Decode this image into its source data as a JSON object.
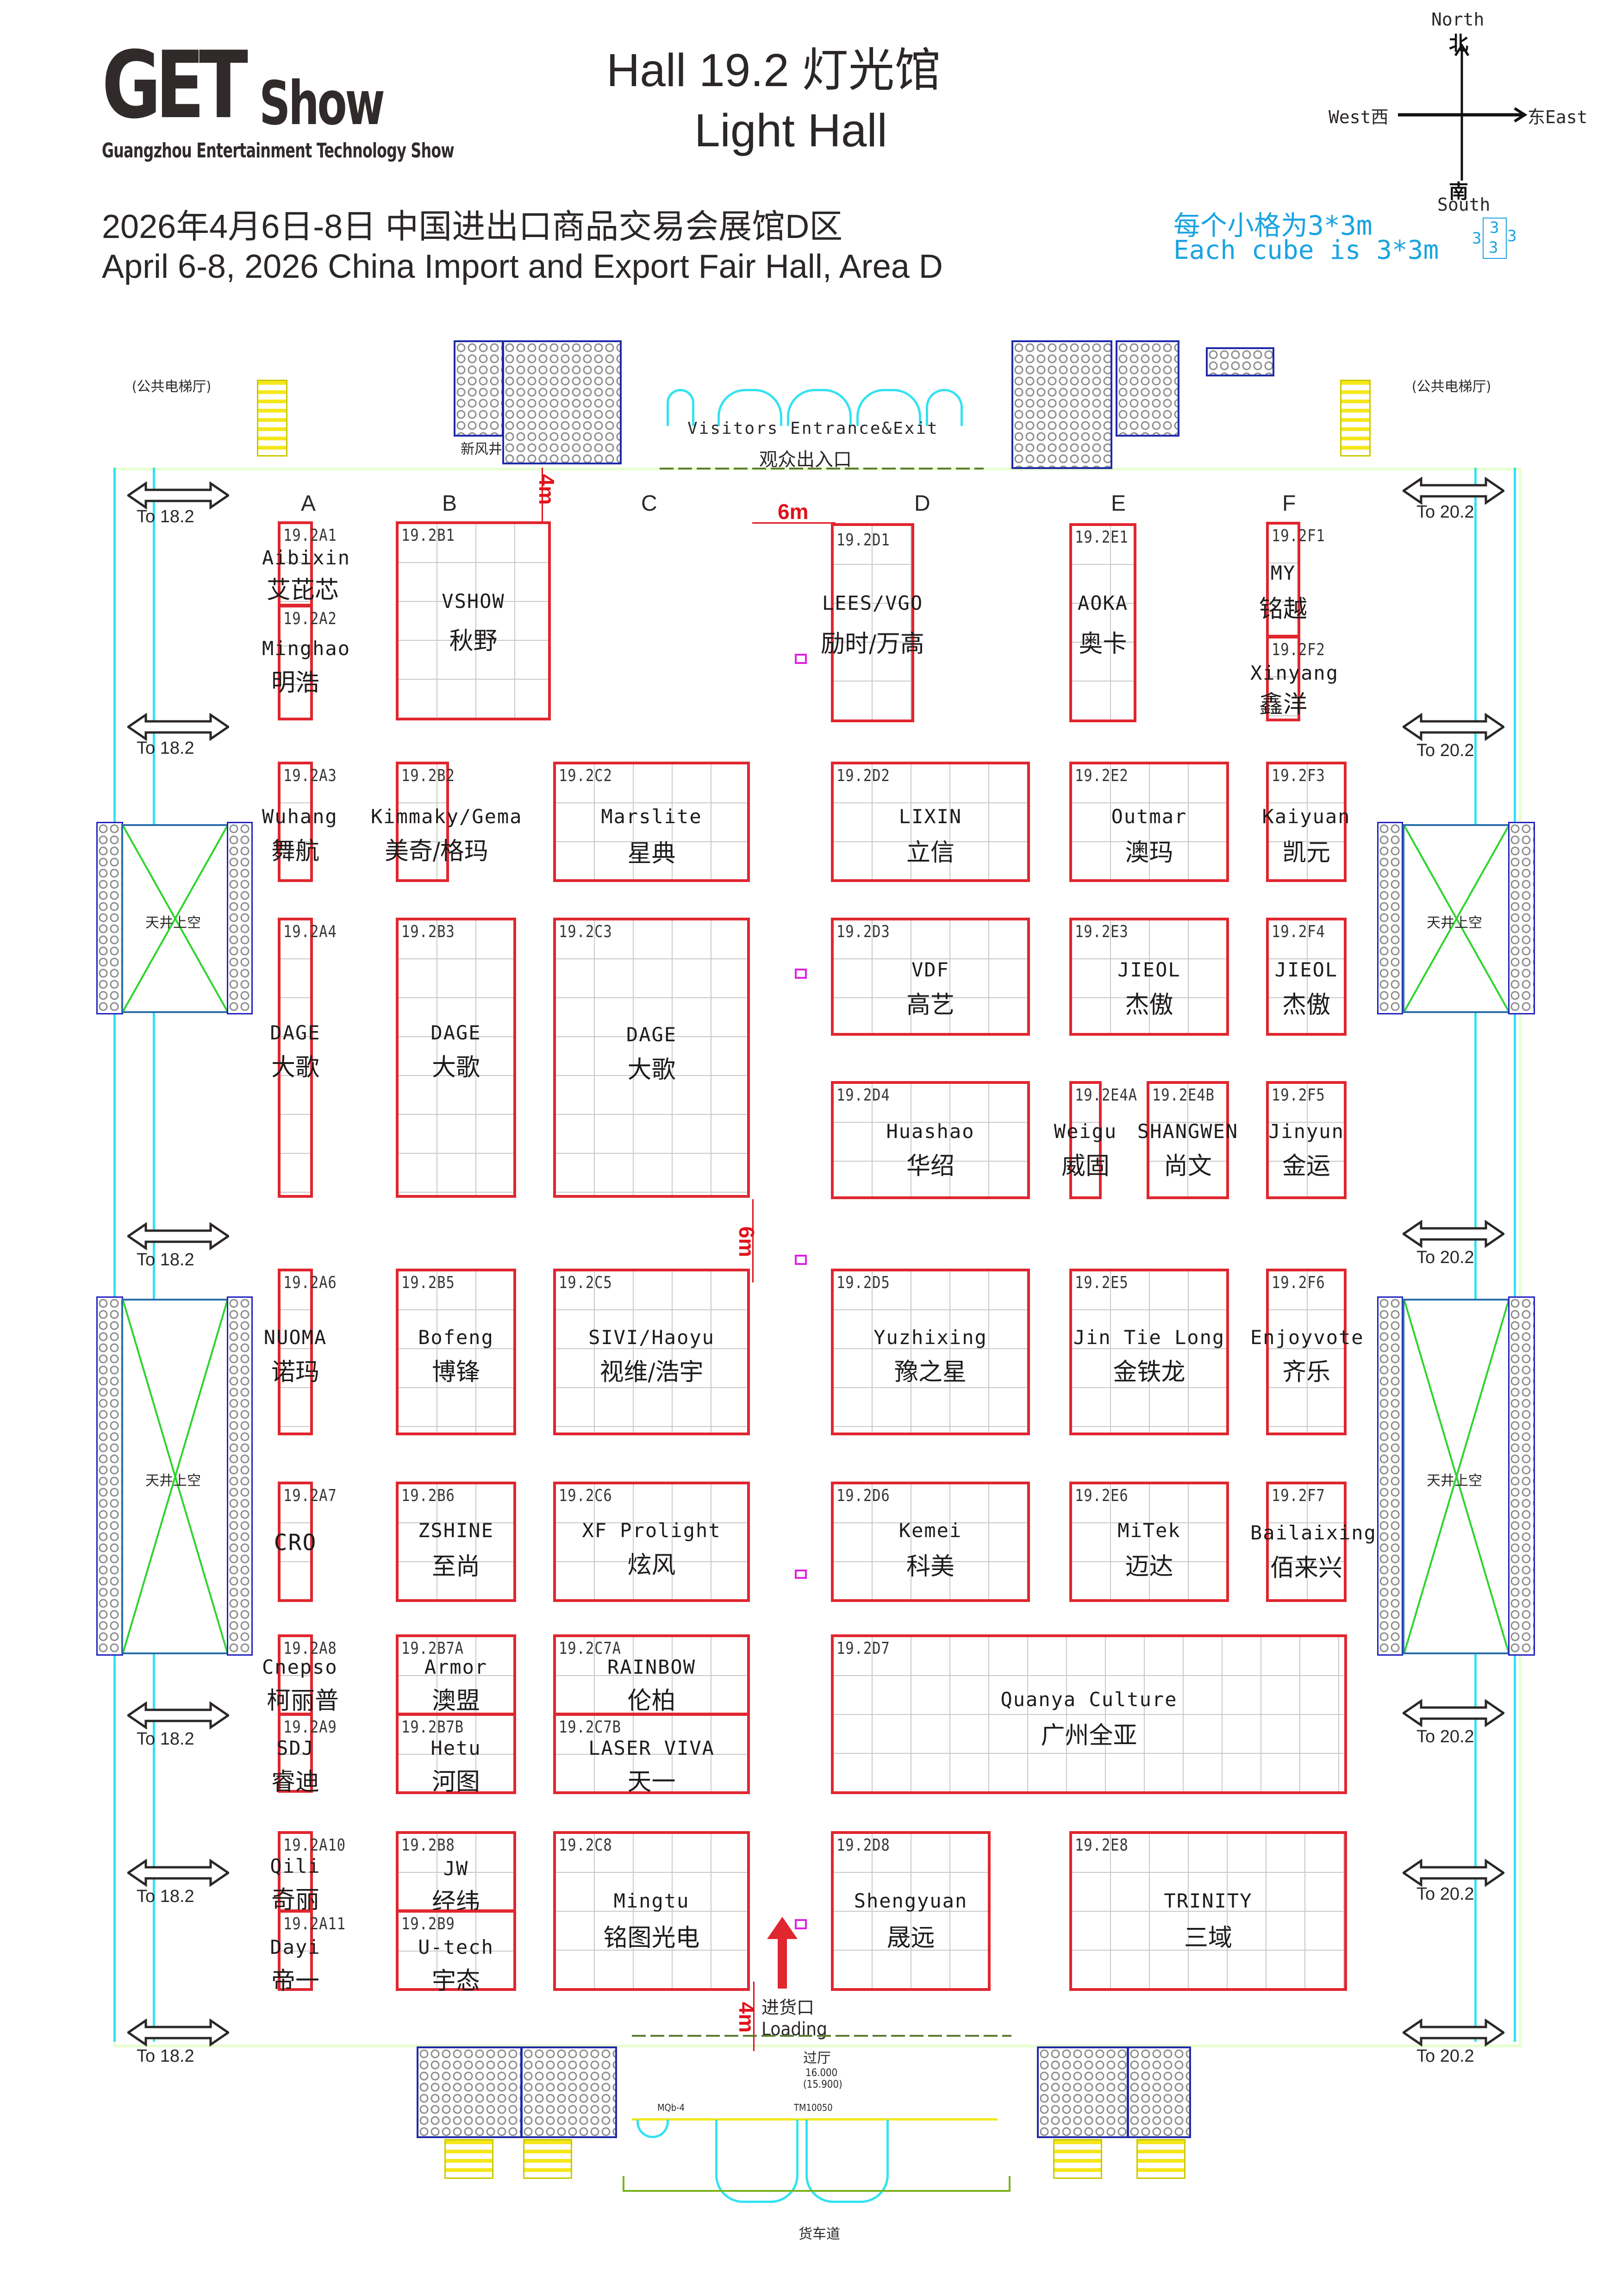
{
  "header": {
    "logo_main": "GET",
    "logo_show": "Show",
    "logo_subtitle": "Guangzhou Entertainment Technology Show",
    "title_line1": "Hall 19.2  灯光馆",
    "title_line2": "Light Hall",
    "date_cn": "2026年4月6日-8日   中国进出口商品交易会展馆D区",
    "date_en": "April 6-8, 2026    China Import and Export Fair Hall, Area D"
  },
  "compass": {
    "north_en": "North",
    "north_cn": "北",
    "south_en": "South",
    "south_cn": "南",
    "west_label": "West西",
    "east_label": "东East"
  },
  "scale_note": {
    "cn": "每个小格为3*3m",
    "en": "Each cube is 3*3m",
    "cube_top": "3",
    "cube_bottom": "3",
    "cube_left": "3",
    "cube_right": "3"
  },
  "plan": {
    "entrance_en": "Visitors Entrance&Exit",
    "entrance_cn": "观众出入口",
    "elevator_hall": "(公共电梯厅)",
    "fresh_air_shaft": "新风井",
    "atrium_label": "天井上空",
    "loading_cn": "进货口",
    "loading_en": "Loading",
    "lobby_cn": "过厅",
    "elevation_1": "16.000",
    "elevation_2": "(15.900)",
    "door_code_1": "MQb-4",
    "door_code_2": "TM10050",
    "truck_lane": "货车道",
    "dims": {
      "top_aisle": "4m",
      "main_aisle": "6m",
      "mid_aisle": "6m",
      "bottom_aisle": "4m"
    },
    "columns": [
      "A",
      "B",
      "C",
      "D",
      "E",
      "F"
    ],
    "links_left": [
      "To 18.2",
      "To 18.2",
      "To 18.2",
      "To 18.2",
      "To 18.2",
      "To 18.2"
    ],
    "links_right": [
      "To 20.2",
      "To 20.2",
      "To 20.2",
      "To 20.2",
      "To 20.2",
      "To 20.2"
    ]
  },
  "booths": [
    {
      "id": "19.2A1",
      "en": "Aibixin",
      "cn": "艾芘芯"
    },
    {
      "id": "19.2A2",
      "en": "Minghao",
      "cn": "明浩"
    },
    {
      "id": "19.2B1",
      "en": "VSHOW",
      "cn": "秋野"
    },
    {
      "id": "19.2D1",
      "en": "LEES/VGO",
      "cn": "励时/万高"
    },
    {
      "id": "19.2E1",
      "en": "AOKA",
      "cn": "奥卡"
    },
    {
      "id": "19.2F1",
      "en": "MY",
      "cn": "铭越"
    },
    {
      "id": "19.2F2",
      "en": "Xinyang",
      "cn": "鑫洋"
    },
    {
      "id": "19.2A3",
      "en": "Wuhang",
      "cn": "舞航"
    },
    {
      "id": "19.2B2",
      "en": "Kimmaky/Gema",
      "cn": "美奇/格玛"
    },
    {
      "id": "19.2C2",
      "en": "Marslite",
      "cn": "星典"
    },
    {
      "id": "19.2D2",
      "en": "LIXIN",
      "cn": "立信"
    },
    {
      "id": "19.2E2",
      "en": "Outmar",
      "cn": "澳玛"
    },
    {
      "id": "19.2F3",
      "en": "Kaiyuan",
      "cn": "凯元"
    },
    {
      "id": "19.2A4",
      "en": "DAGE",
      "cn": "大歌"
    },
    {
      "id": "19.2B3",
      "en": "DAGE",
      "cn": "大歌"
    },
    {
      "id": "19.2C3",
      "en": "DAGE",
      "cn": "大歌"
    },
    {
      "id": "19.2D3",
      "en": "VDF",
      "cn": "高艺"
    },
    {
      "id": "19.2E3",
      "en": "JIEOL",
      "cn": "杰傲"
    },
    {
      "id": "19.2F4",
      "en": "JIEOL",
      "cn": "杰傲"
    },
    {
      "id": "19.2D4",
      "en": "Huashao",
      "cn": "华绍"
    },
    {
      "id": "19.2E4A",
      "en": "Weigu",
      "cn": "威固"
    },
    {
      "id": "19.2E4B",
      "en": "SHANGWEN",
      "cn": "尚文"
    },
    {
      "id": "19.2F5",
      "en": "Jinyun",
      "cn": "金运"
    },
    {
      "id": "19.2A6",
      "en": "NUOMA",
      "cn": "诺玛"
    },
    {
      "id": "19.2B5",
      "en": "Bofeng",
      "cn": "博锋"
    },
    {
      "id": "19.2C5",
      "en": "SIVI/Haoyu",
      "cn": "视维/浩宇"
    },
    {
      "id": "19.2D5",
      "en": "Yuzhixing",
      "cn": "豫之星"
    },
    {
      "id": "19.2E5",
      "en": "Jin Tie Long",
      "cn": "金铁龙"
    },
    {
      "id": "19.2F6",
      "en": "Enjoyvote",
      "cn": "齐乐"
    },
    {
      "id": "19.2A7",
      "en": "CRO",
      "cn": ""
    },
    {
      "id": "19.2B6",
      "en": "ZSHINE",
      "cn": "至尚"
    },
    {
      "id": "19.2C6",
      "en": "XF Prolight",
      "cn": "炫风"
    },
    {
      "id": "19.2D6",
      "en": "Kemei",
      "cn": "科美"
    },
    {
      "id": "19.2E6",
      "en": "MiTek",
      "cn": "迈达"
    },
    {
      "id": "19.2F7",
      "en": "Bailaixing",
      "cn": "佰来兴"
    },
    {
      "id": "19.2A8",
      "en": "Cnepso",
      "cn": "柯丽普"
    },
    {
      "id": "19.2A9",
      "en": "SDJ",
      "cn": "睿迪"
    },
    {
      "id": "19.2B7A",
      "en": "Armor",
      "cn": "澳盟"
    },
    {
      "id": "19.2B7B",
      "en": "Hetu",
      "cn": "河图"
    },
    {
      "id": "19.2C7A",
      "en": "RAINBOW",
      "cn": "伦柏"
    },
    {
      "id": "19.2C7B",
      "en": "LASER VIVA",
      "cn": "天一"
    },
    {
      "id": "19.2D7",
      "en": "Quanya Culture",
      "cn": "广州全亚"
    },
    {
      "id": "19.2A10",
      "en": "Qili",
      "cn": "奇丽"
    },
    {
      "id": "19.2A11",
      "en": "Dayi",
      "cn": "帝一"
    },
    {
      "id": "19.2B8",
      "en": "JW",
      "cn": "经纬"
    },
    {
      "id": "19.2B9",
      "en": "U-tech",
      "cn": "宇态"
    },
    {
      "id": "19.2C8",
      "en": "Mingtu",
      "cn": "铭图光电"
    },
    {
      "id": "19.2D8",
      "en": "Shengyuan",
      "cn": "晟远"
    },
    {
      "id": "19.2E8",
      "en": "TRINITY",
      "cn": "三域"
    }
  ],
  "colors": {
    "booth_border": "#e0262f",
    "grid": "#c9c9c9",
    "dimension": "#e0121c",
    "scale_note": "#1aa3e0",
    "doors": "#34e2f0"
  }
}
